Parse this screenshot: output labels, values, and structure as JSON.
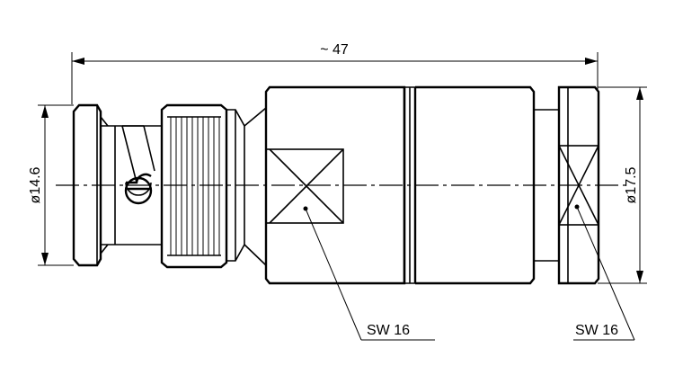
{
  "drawing": {
    "overall_length_label": "~ 47",
    "left_diameter_label": "ø14.6",
    "right_diameter_label": "ø17.5",
    "wrench_left_label": "SW 16",
    "wrench_right_label": "SW 16"
  }
}
